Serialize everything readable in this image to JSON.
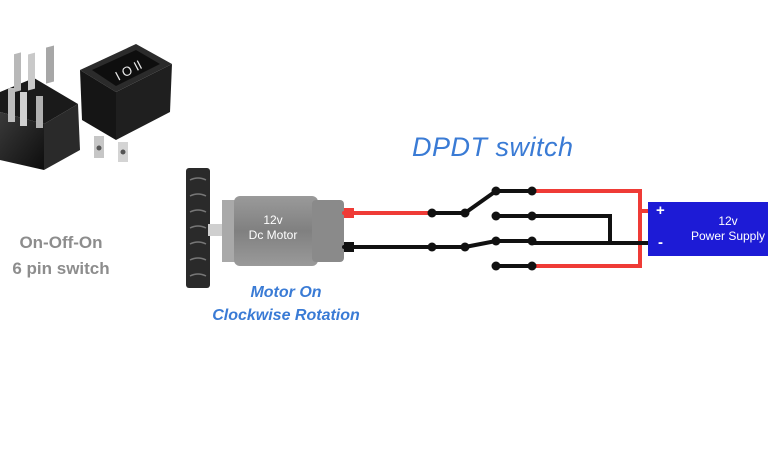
{
  "switch_photo": {
    "caption_line1": "On-Off-On",
    "caption_line2": "6 pin switch",
    "rocker_marks": "I O II"
  },
  "diagram": {
    "title": "DPDT switch"
  },
  "motor": {
    "label_line1": "12v",
    "label_line2": "Dc Motor",
    "caption_line1": "Motor On",
    "caption_line2": "Clockwise Rotation"
  },
  "power_supply": {
    "label_line1": "12v",
    "label_line2": "Power Supply",
    "plus": "+",
    "minus": "-"
  },
  "colors": {
    "wire_positive": "#ef3b36",
    "wire_negative": "#111111",
    "psu_body": "#1d1bd6",
    "title_blue": "#3a7bd5",
    "caption_gray": "#8d8d8d"
  }
}
